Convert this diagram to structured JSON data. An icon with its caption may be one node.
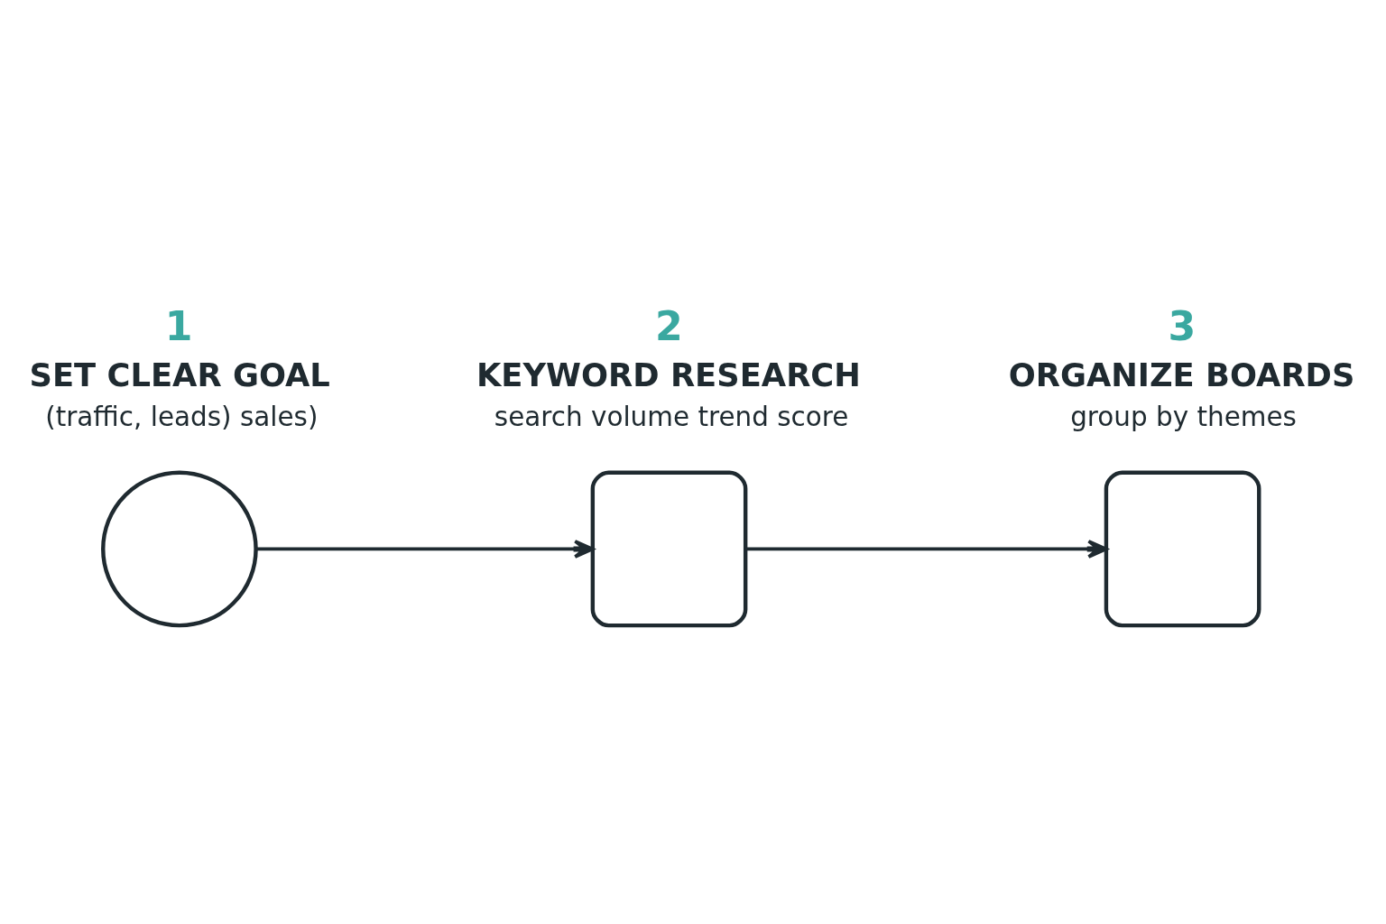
{
  "diagram": {
    "nodes": [
      {
        "text": [
          "1",
          "SET CLEAR GOAL",
          "(traffic, leads) sales)"
        ]
      },
      {
        "text": [],
        "shape": "circle"
      },
      {
        "text": [
          "2",
          "KEYWORD RESEARCH",
          "search volume trend score"
        ]
      },
      {
        "text": [],
        "shape": "box"
      },
      {
        "text": [
          "3",
          "ORGANIZE BOARDS",
          "group by themes"
        ]
      },
      {
        "text": [],
        "shape": "box"
      }
    ],
    "edges": [
      {
        "from": 1,
        "to": 3,
        "arrow": "to"
      },
      {
        "from": 3,
        "to": 5,
        "arrow": "to"
      }
    ]
  }
}
